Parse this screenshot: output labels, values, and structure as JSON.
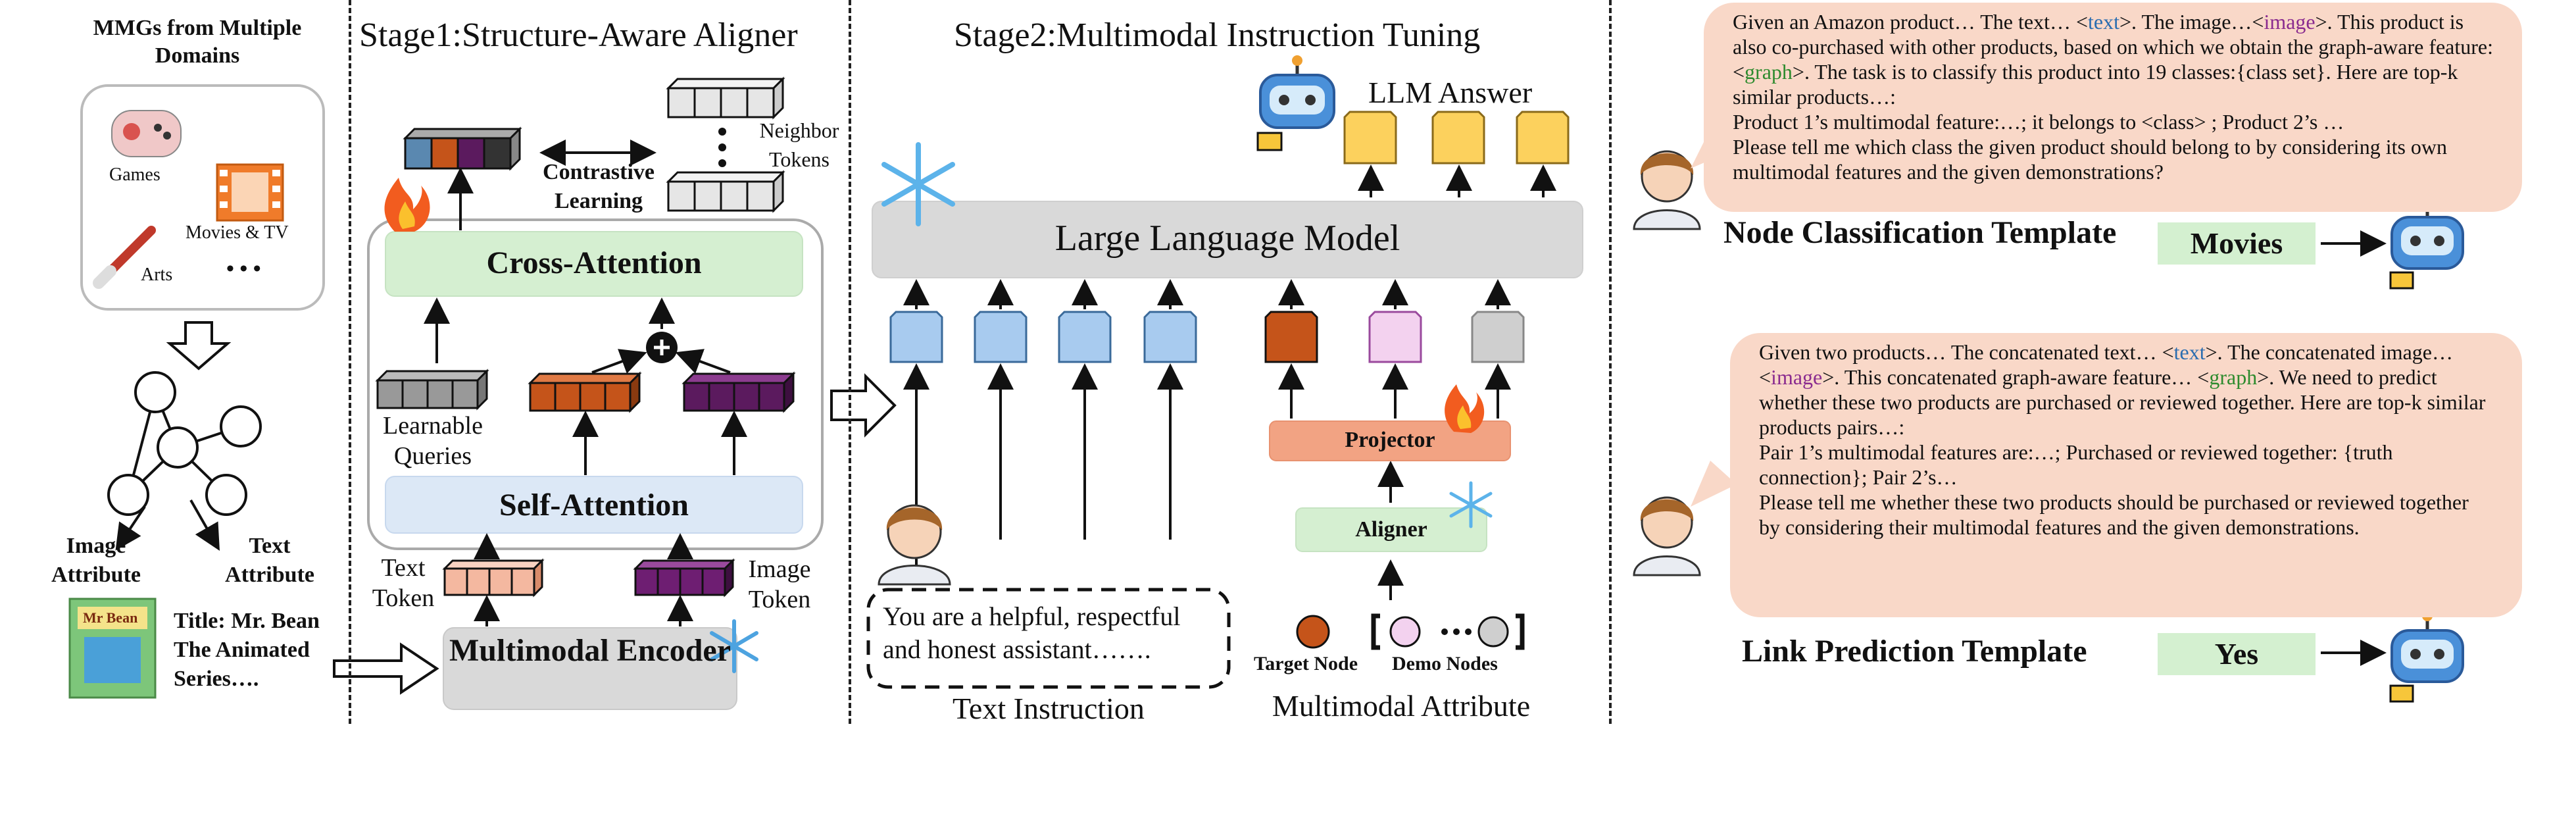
{
  "left": {
    "title": "MMGs from Multiple Domains",
    "domains": [
      "Games",
      "Movies & TV",
      "Arts",
      "• • •"
    ],
    "image_attr": "Image Attribute",
    "text_attr": "Text Attribute",
    "sample_title": "Title: Mr. Bean The Animated Series….",
    "poster_text": "Mr Bean"
  },
  "stage1": {
    "title": "Stage1:Structure-Aware Aligner",
    "neighbor": "Neighbor Tokens",
    "contrastive": "Contrastive Learning",
    "cross": "Cross-Attention",
    "queries": "Learnable Queries",
    "self": "Self-Attention",
    "text_token": "Text Token",
    "image_token": "Image Token",
    "encoder": "Multimodal Encoder"
  },
  "stage2": {
    "title": "Stage2:Multimodal Instruction Tuning",
    "answer": "LLM Answer",
    "llm": "Large Language Model",
    "projector": "Projector",
    "aligner": "Aligner",
    "instruction_text": "You are a helpful, respectful and honest assistant…….",
    "instruction_label": "Text Instruction",
    "target": "Target Node",
    "demo": "Demo Nodes",
    "attr_label": "Multimodal Attribute"
  },
  "templates": {
    "node_title": "Node Classification Template",
    "node_answer": "Movies",
    "link_title": "Link Prediction Template",
    "link_answer": "Yes"
  },
  "colors": {
    "green": "#d5efd1",
    "blue": "#dce8f6",
    "gray": "#d9d9d9",
    "orange": "#c5541a",
    "purple": "#5b1a5e",
    "peach": "#f2a383",
    "answer": "#fcd15d",
    "node_blue": "#a8cbef"
  }
}
